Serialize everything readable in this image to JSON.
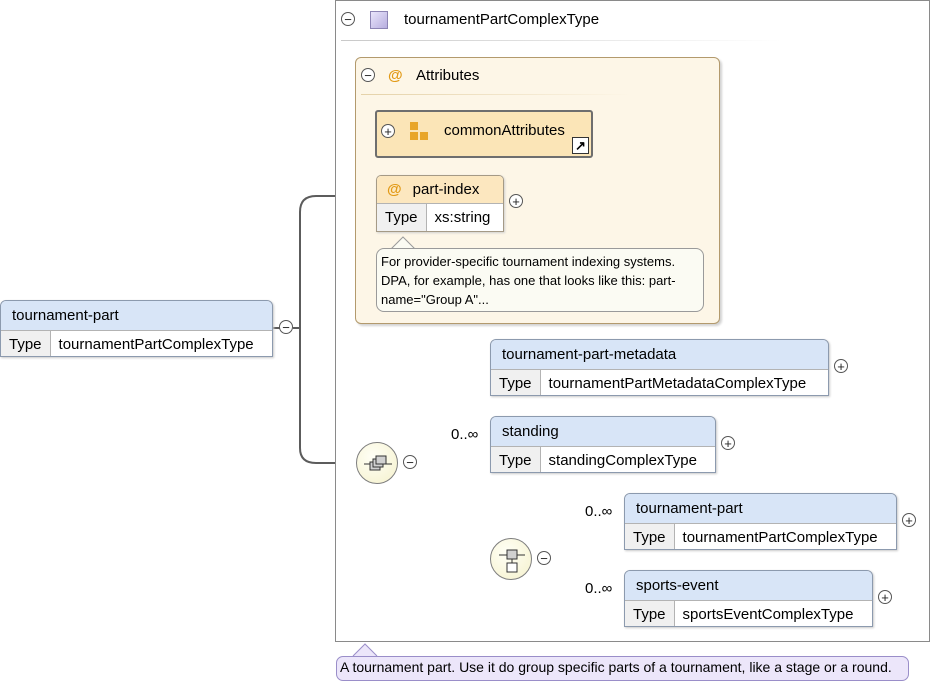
{
  "root_element": {
    "name": "tournament-part",
    "type_label": "Type",
    "type_value": "tournamentPartComplexType"
  },
  "complex_type": {
    "name": "tournamentPartComplexType"
  },
  "attributes": {
    "title": "Attributes",
    "group_ref": {
      "name": "commonAttributes"
    },
    "attribute": {
      "name": "part-index",
      "type_label": "Type",
      "type_value": "xs:string"
    },
    "note": "For provider-specific tournament indexing systems. DPA, for example, has one that looks like this: part-name=\"Group A\"..."
  },
  "sequence_elements": [
    {
      "name": "tournament-part-metadata",
      "type_label": "Type",
      "type_value": "tournamentPartMetadataComplexType",
      "occurrence": ""
    },
    {
      "name": "standing",
      "type_label": "Type",
      "type_value": "standingComplexType",
      "occurrence": "0..∞"
    }
  ],
  "choice_elements": [
    {
      "name": "tournament-part",
      "type_label": "Type",
      "type_value": "tournamentPartComplexType",
      "occurrence": "0..∞"
    },
    {
      "name": "sports-event",
      "type_label": "Type",
      "type_value": "sportsEventComplexType",
      "occurrence": "0..∞"
    }
  ],
  "documentation": "A tournament part. Use it do group specific parts of a tournament, like a stage or a round.",
  "toggles": {
    "expanded": "−",
    "collapsed": "+"
  },
  "colors": {
    "element_header": "#d8e5f7",
    "attribute_header": "#fce7bf",
    "attributes_bg": "#fdf6e7",
    "at_symbol": "#e29a17",
    "doc_bg": "#ece6fa"
  }
}
